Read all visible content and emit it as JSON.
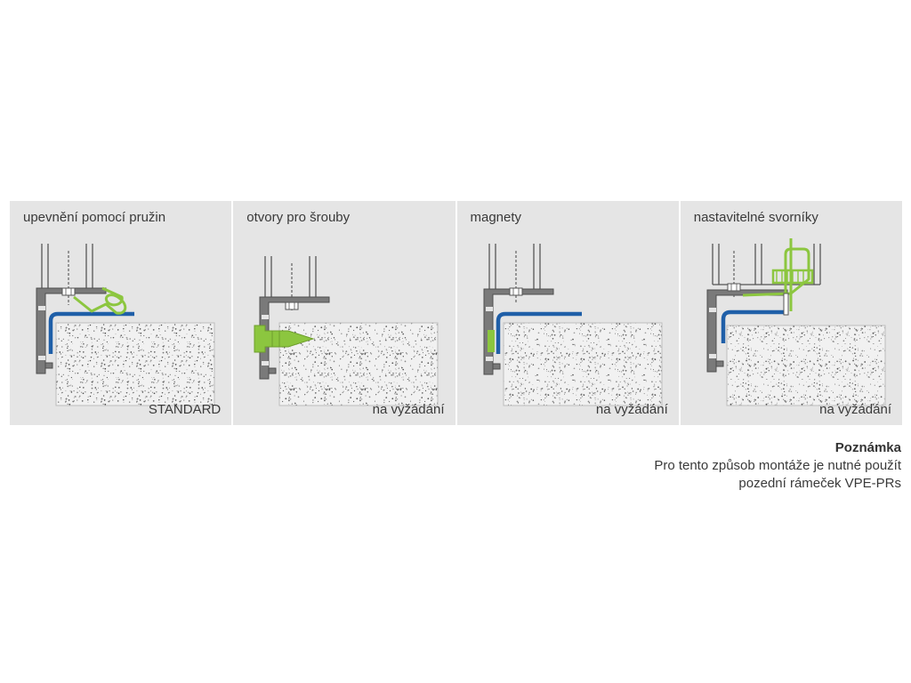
{
  "panels": [
    {
      "title": "upevnění pomocí pružin",
      "tag": "STANDARD",
      "variant": "spring"
    },
    {
      "title": "otvory pro šrouby",
      "tag": "na vyžádání",
      "variant": "screw"
    },
    {
      "title": "magnety",
      "tag": "na vyžádání",
      "variant": "magnet"
    },
    {
      "title": "nastavitelné svorníky",
      "tag": "na vyžádání",
      "variant": "bolt"
    }
  ],
  "note": {
    "title": "Poznámka",
    "line1": "Pro tento způsob montáže je nutné použít",
    "line2": "pozední rámeček VPE-PRs"
  },
  "colors": {
    "panel_bg": "#e5e5e5",
    "frame": "#6d6d6d",
    "seal": "#1f5fa8",
    "accent": "#8cc63f",
    "text": "#3a3a3a"
  }
}
